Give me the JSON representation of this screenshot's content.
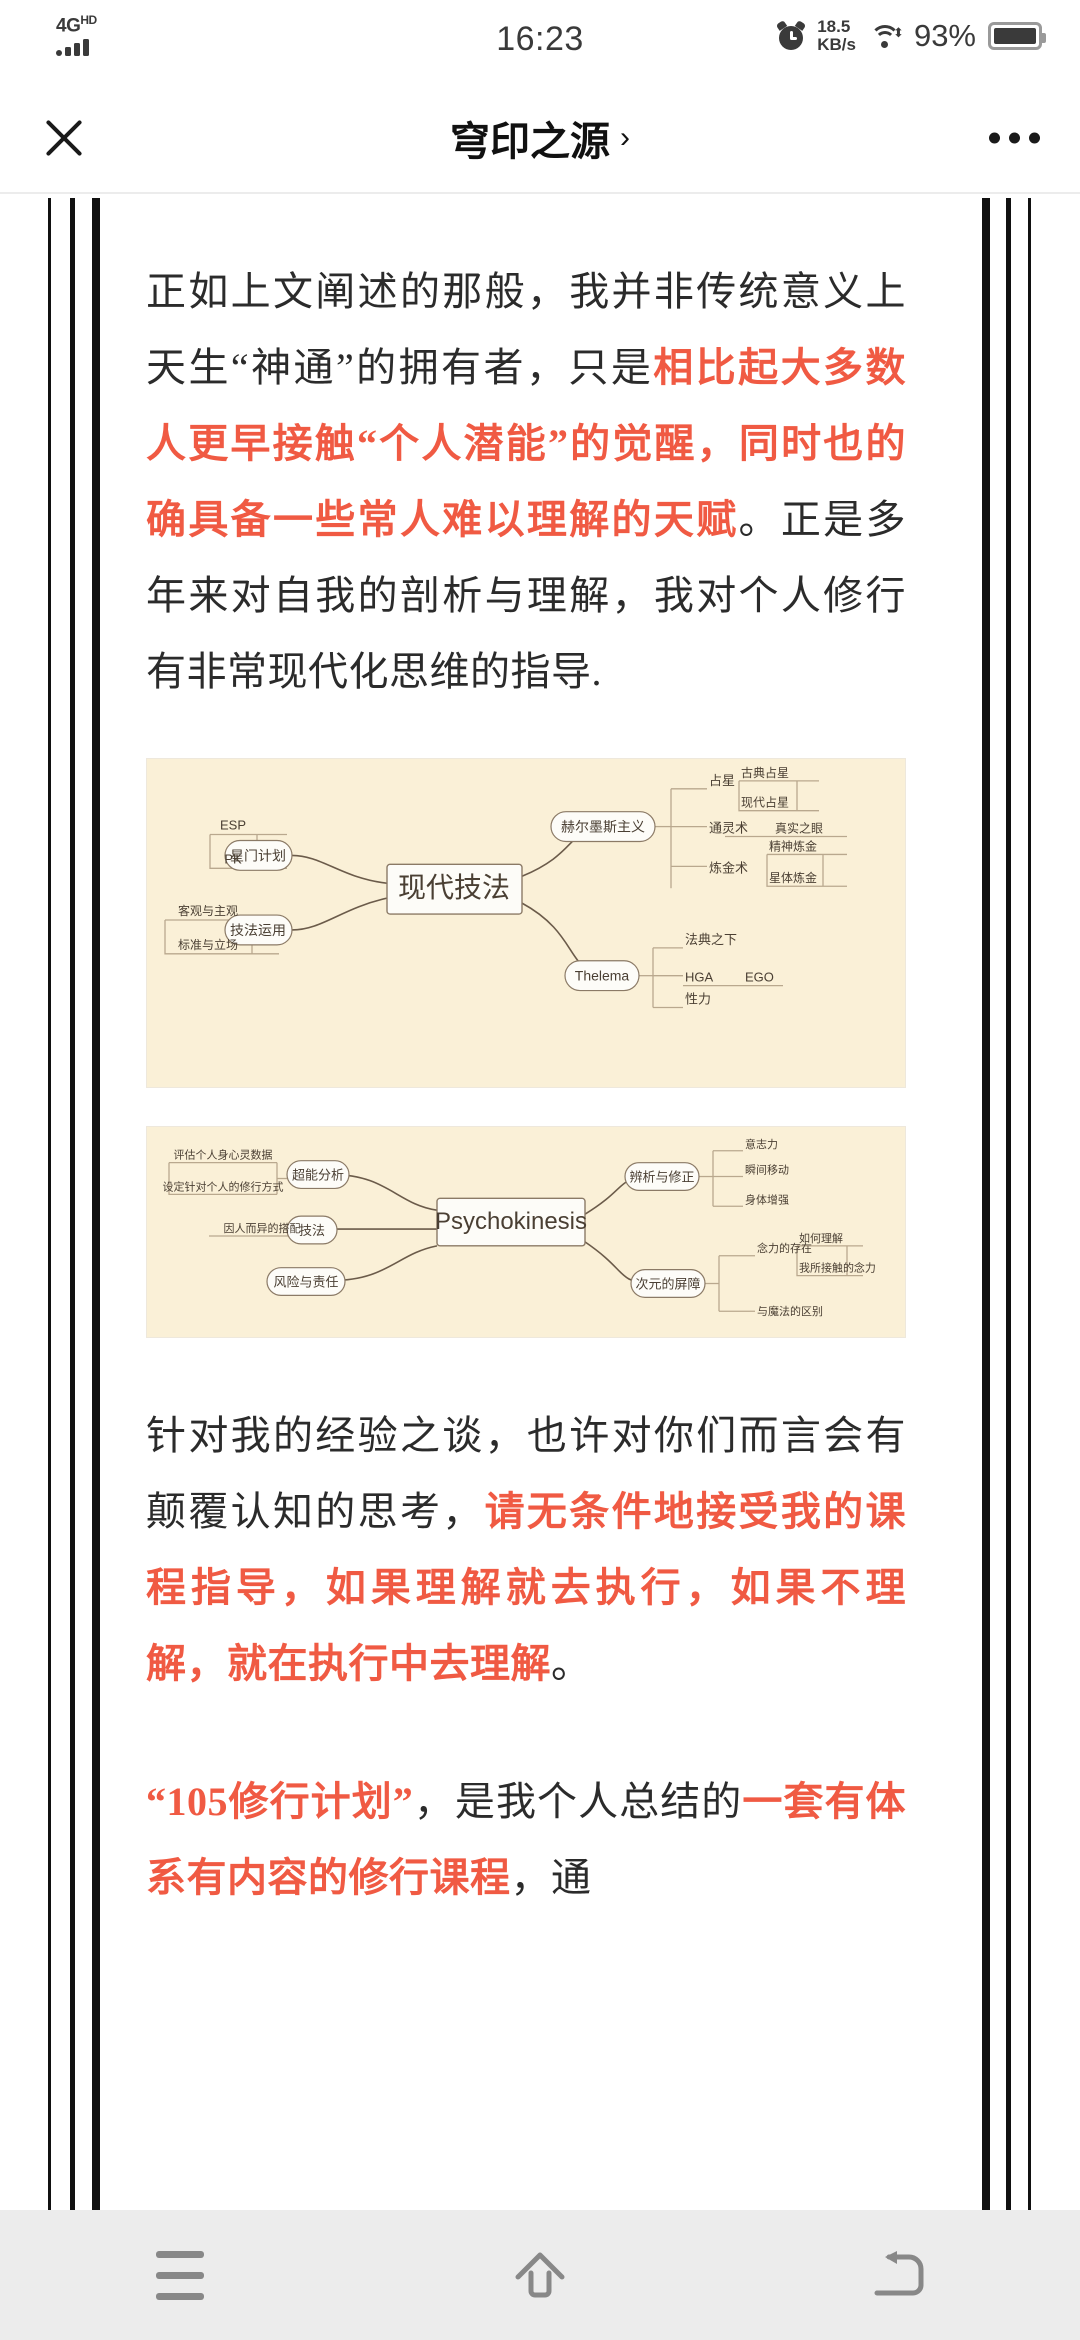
{
  "status_bar": {
    "network_type": "4G",
    "network_suffix": "HD",
    "clock": "16:23",
    "net_speed_value": "18.5",
    "net_speed_unit": "KB/s",
    "battery_percent": "93%",
    "alarm_icon": "alarm-icon",
    "wifi_icon": "wifi-icon",
    "battery_icon": "battery-icon",
    "signal_icon": "signal-bars-icon"
  },
  "navbar": {
    "close_icon": "close-icon",
    "title": "穹印之源",
    "title_chevron": "›",
    "more_icon": "more-options-icon"
  },
  "article": {
    "paragraph_1": {
      "runs": [
        {
          "text": "正如上文阐述的那般，我并非传统意义上天生“神通”的拥有者，只是",
          "highlight": false
        },
        {
          "text": "相比起大多数人更早接触“个人潜能”的觉醒，同时也的确具备一些常人难以理解的天赋",
          "highlight": true
        },
        {
          "text": "。正是多年来对自我的剖析与理解，我对个人修行有非常现代化思维的指导.",
          "highlight": false
        }
      ]
    },
    "paragraph_2": {
      "runs": [
        {
          "text": "针对我的经验之谈，也许对你们而言会有颠覆认知的思考，",
          "highlight": false
        },
        {
          "text": "请无条件地接受我的课程指导，如果理解就去执行，如果不理解，就在执行中去理解",
          "highlight": true
        },
        {
          "text": "。",
          "highlight": false
        }
      ]
    },
    "paragraph_3": {
      "runs": [
        {
          "text": "“105修行计划”",
          "highlight": true
        },
        {
          "text": "，是我个人总结的",
          "highlight": false
        },
        {
          "text": "一套有体系有内容的修行课程",
          "highlight": true
        },
        {
          "text": "，通",
          "highlight": false
        }
      ]
    },
    "highlight_color": "#f05a43",
    "body_color": "#2b2b2b"
  },
  "mindmap_1": {
    "card_background": "#faf0d7",
    "center": "现代技法",
    "left_branches": [
      {
        "label": "星门计划",
        "children": [
          "ESP",
          "PK"
        ]
      },
      {
        "label": "技法运用",
        "children": [
          "客观与主观",
          "标准与立场"
        ]
      }
    ],
    "right_branches": [
      {
        "label": "赫尔墨斯主义",
        "children": [
          {
            "label": "占星",
            "children": [
              "古典占星",
              "现代占星"
            ]
          },
          {
            "label": "通灵术",
            "children": [
              "真实之眼"
            ]
          },
          {
            "label": "炼金术",
            "children": [
              "精神炼金",
              "星体炼金"
            ]
          }
        ]
      },
      {
        "label": "Thelema",
        "children": [
          {
            "label": "法典之下",
            "children": []
          },
          {
            "label": "HGA",
            "children": [
              "EGO"
            ]
          },
          {
            "label": "性力",
            "children": []
          }
        ]
      }
    ]
  },
  "mindmap_2": {
    "card_background": "#faf0d7",
    "center": "Psychokinesis",
    "left_branches": [
      {
        "label": "超能分析",
        "children": [
          "评估个人身心灵数据",
          "设定针对个人的修行方式"
        ]
      },
      {
        "label": "技法",
        "children": [
          "因人而异的搭配"
        ]
      },
      {
        "label": "风险与责任",
        "children": []
      }
    ],
    "right_branches": [
      {
        "label": "辨析与修正",
        "children": [
          {
            "label": "意志力",
            "children": []
          },
          {
            "label": "瞬间移动",
            "children": []
          },
          {
            "label": "身体增强",
            "children": []
          }
        ]
      },
      {
        "label": "次元的屏障",
        "children": [
          {
            "label": "念力的存在",
            "children": [
              "如何理解",
              "我所接触的念力"
            ]
          },
          {
            "label": "与魔法的区别",
            "children": []
          }
        ]
      }
    ]
  },
  "bottom_nav": {
    "items": [
      {
        "name": "menu-icon",
        "label": "菜单"
      },
      {
        "name": "home-icon",
        "label": "主页"
      },
      {
        "name": "back-icon",
        "label": "返回"
      }
    ]
  }
}
